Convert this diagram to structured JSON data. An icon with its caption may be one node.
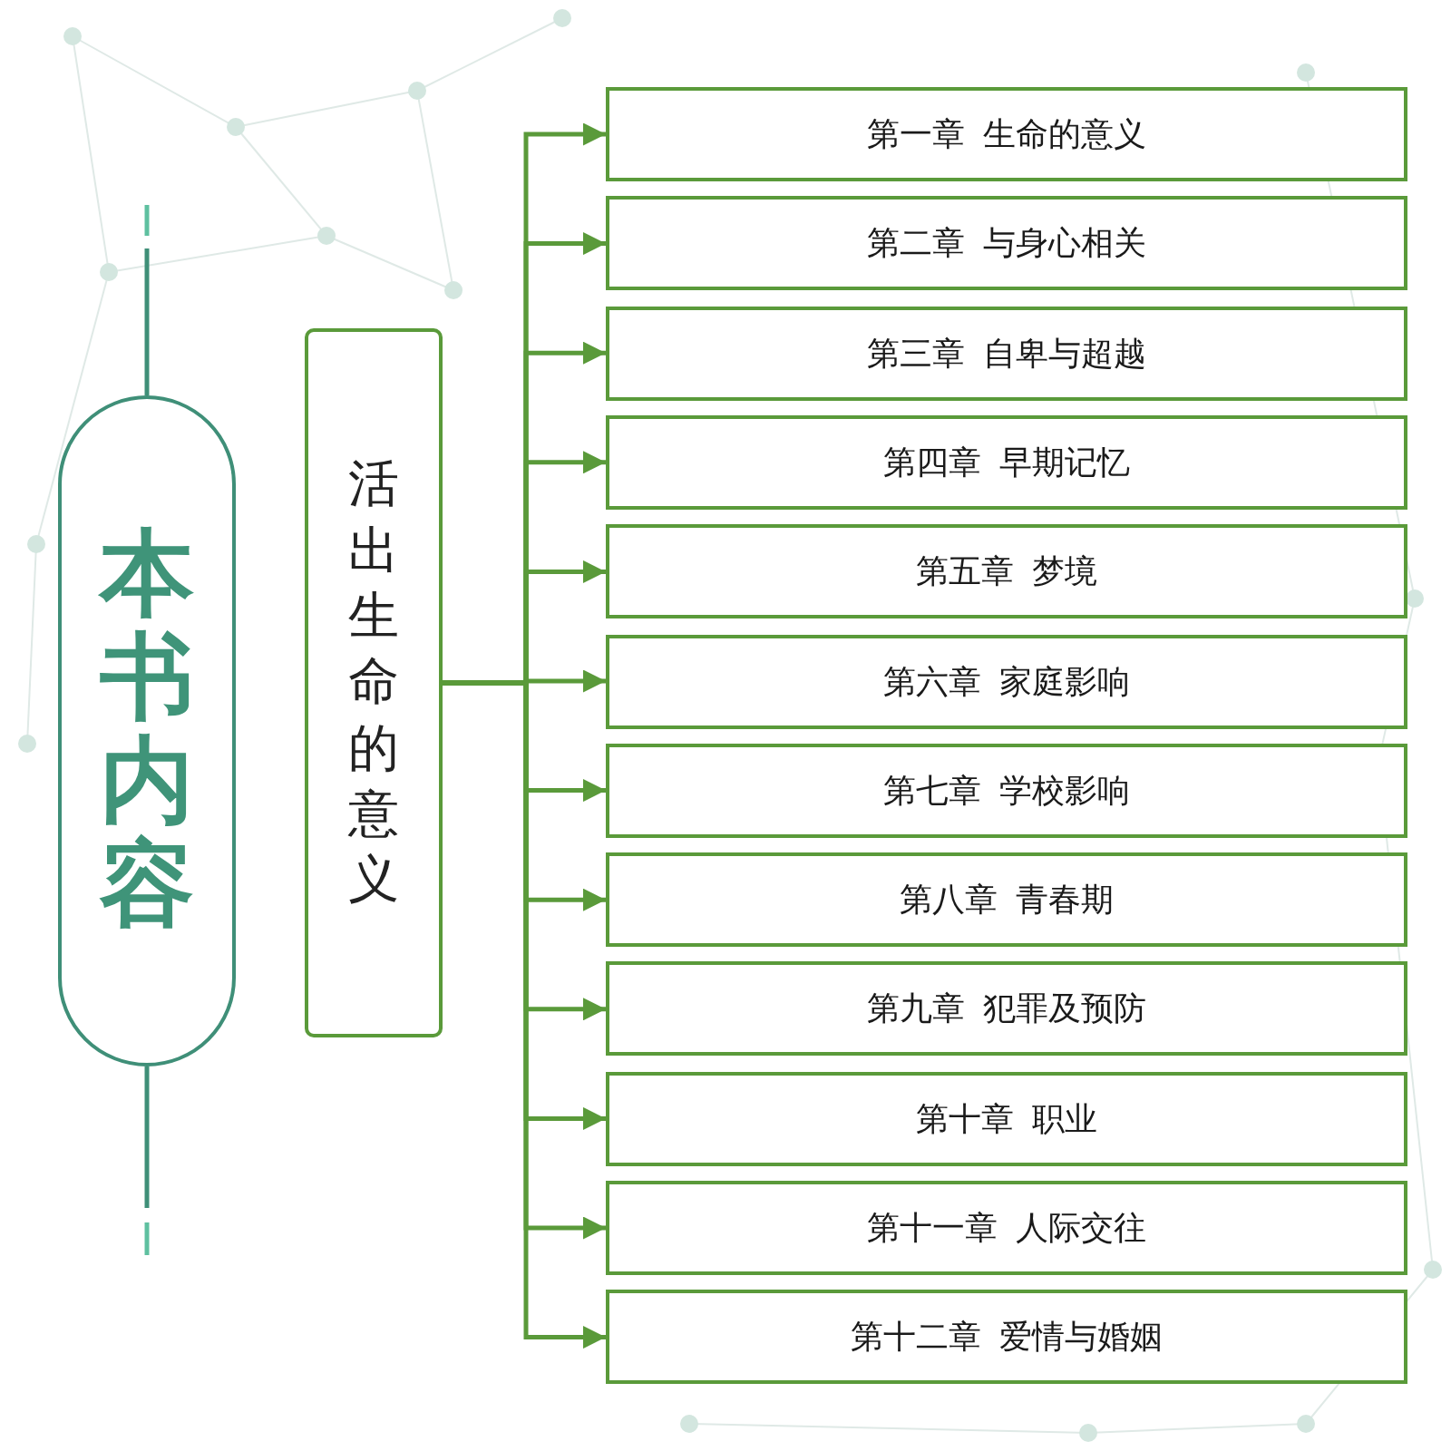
{
  "diagram": {
    "nodes": [
      {
        "text": [
          "本书内容"
        ]
      },
      {
        "text": [
          "活出生命的意义"
        ]
      },
      {
        "text": [
          "第一章 生命的意义"
        ]
      },
      {
        "text": [
          "第二章 与身心相关"
        ]
      },
      {
        "text": [
          "第三章 自卑与超越"
        ]
      },
      {
        "text": [
          "第四章 早期记忆"
        ]
      },
      {
        "text": [
          "第五章 梦境"
        ]
      },
      {
        "text": [
          "第六章 家庭影响"
        ]
      },
      {
        "text": [
          "第七章 学校影响"
        ]
      },
      {
        "text": [
          "第八章 青春期"
        ]
      },
      {
        "text": [
          "第九章 犯罪及预防"
        ]
      },
      {
        "text": [
          "第十章 职业"
        ]
      },
      {
        "text": [
          "第十一章 人际交往"
        ]
      },
      {
        "text": [
          "第十二章 爱情与婚姻"
        ]
      }
    ],
    "edges": [
      {
        "from": 1,
        "to": 2,
        "arrow": "to"
      },
      {
        "from": 1,
        "to": 3,
        "arrow": "to"
      },
      {
        "from": 1,
        "to": 4,
        "arrow": "to"
      },
      {
        "from": 1,
        "to": 5,
        "arrow": "to"
      },
      {
        "from": 1,
        "to": 6,
        "arrow": "to"
      },
      {
        "from": 1,
        "to": 7,
        "arrow": "to"
      },
      {
        "from": 1,
        "to": 8,
        "arrow": "to"
      },
      {
        "from": 1,
        "to": 9,
        "arrow": "to"
      },
      {
        "from": 1,
        "to": 10,
        "arrow": "to"
      },
      {
        "from": 1,
        "to": 11,
        "arrow": "to"
      },
      {
        "from": 1,
        "to": 12,
        "arrow": "to"
      },
      {
        "from": 1,
        "to": 13,
        "arrow": "to"
      }
    ]
  }
}
